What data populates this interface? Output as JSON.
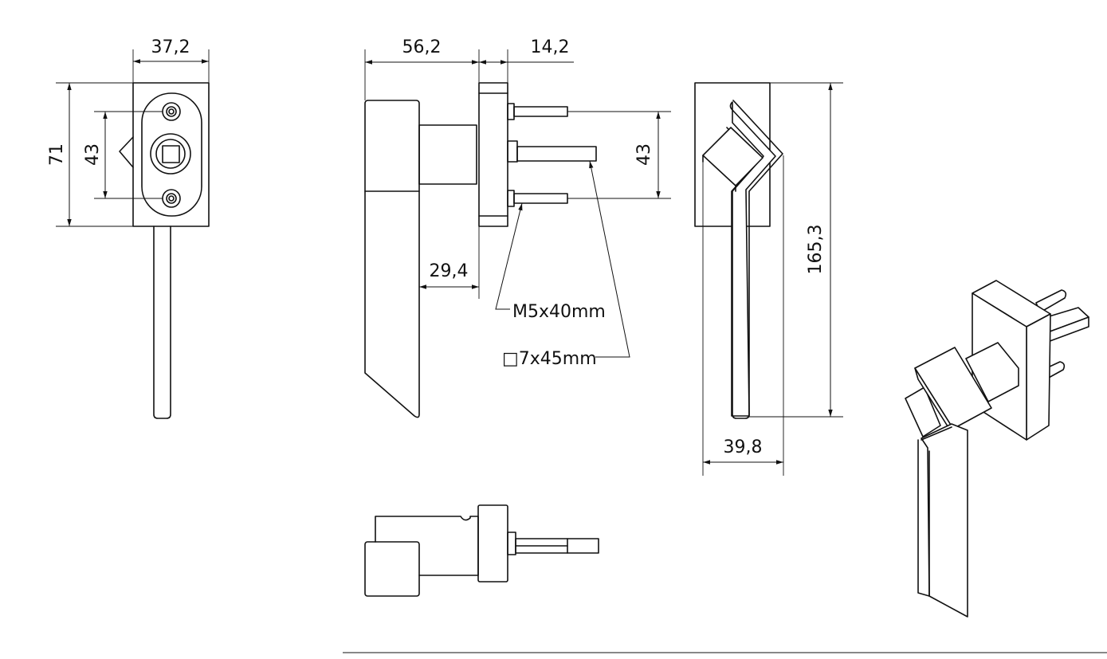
{
  "dimensions": {
    "width_front": "37,2",
    "height_front": "71",
    "hole_spacing_front": "43",
    "depth_side": "56,2",
    "spindle_side": "14,2",
    "rose_offset": "29,4",
    "hole_spacing_side": "43",
    "total_length": "165,3",
    "width_back": "39,8"
  },
  "callouts": {
    "screw": "M5x40mm",
    "spindle": "□7x45mm"
  }
}
